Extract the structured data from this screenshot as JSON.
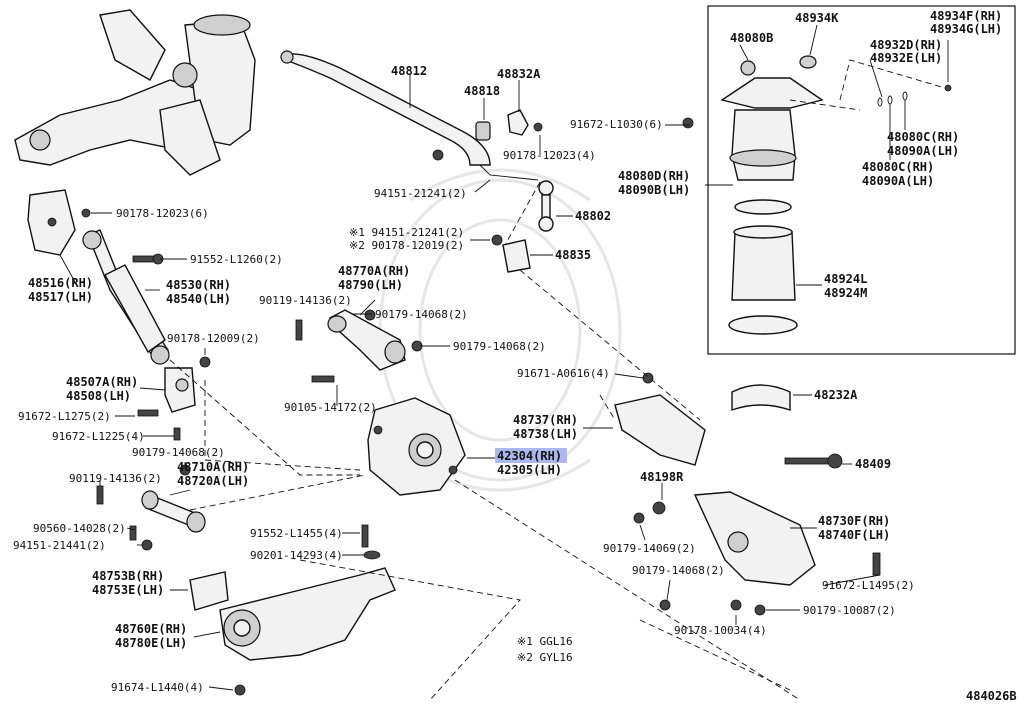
{
  "diagram_code": "484026B",
  "highlight_color": "#aab8ee",
  "labels": {
    "p48812": "48812",
    "p48818": "48818",
    "p48832A": "48832A",
    "p91672_L1030": "91672-L1030(6)",
    "p90178_12023_4": "90178-12023(4)",
    "p94151_21241_2a": "94151-21241(2)",
    "p48802": "48802",
    "p90178_12023_6": "90178-12023(6)",
    "p94151_21241_2b": "※1 94151-21241(2)",
    "p90178_12019_2": "※2 90178-12019(2)",
    "p48835": "48835",
    "p91552_L1260": "91552-L1260(2)",
    "p48516": "48516(RH)",
    "p48517": "48517(LH)",
    "p48530": "48530(RH)",
    "p48540": "48540(LH)",
    "p48770A": "48770A(RH)",
    "p48790": "48790(LH)",
    "p90119_14136_a": "90119-14136(2)",
    "p90179_14068_a": "90179-14068(2)",
    "p90179_14068_b": "90179-14068(2)",
    "p90178_12009": "90178-12009(2)",
    "p91671_A0616": "91671-A0616(4)",
    "p48507A": "48507A(RH)",
    "p48508": "48508(LH)",
    "p90105_14172": "90105-14172(2)",
    "p91672_L1275": "91672-L1275(2)",
    "p91672_L1225": "91672-L1225(4)",
    "p48737": "48737(RH)",
    "p48738": "48738(LH)",
    "p42304": "42304(RH)",
    "p42305": "42305(LH)",
    "p90179_14068_c": "90179-14068(2)",
    "p48710A": "48710A(RH)",
    "p48720A": "48720A(LH)",
    "p90119_14136_b": "90119-14136(2)",
    "p90560_14028": "90560-14028(2)",
    "p94151_21441": "94151-21441(2)",
    "p48198R": "48198R",
    "p91552_L1455": "91552-L1455(4)",
    "p90201_14293": "90201-14293(4)",
    "p90179_14069": "90179-14069(2)",
    "p90179_14068_d": "90179-14068(2)",
    "p48753B": "48753B(RH)",
    "p48753E": "48753E(LH)",
    "p48760E": "48760E(RH)",
    "p48780E": "48780E(LH)",
    "p91674_L1440": "91674-L1440(4)",
    "p48730F": "48730F(RH)",
    "p48740F": "48740F(LH)",
    "p91672_L1495": "91672-L1495(2)",
    "p90179_10087": "90179-10087(2)",
    "p90178_10034": "90178-10034(4)",
    "p48409": "48409",
    "p48232A": "48232A",
    "p48080B": "48080B",
    "p48934K": "48934K",
    "p48934F": "48934F(RH)",
    "p48934G": "48934G(LH)",
    "p48932D": "48932D(RH)",
    "p48932E": "48932E(LH)",
    "p48080C_a": "48080C(RH)",
    "p48090A_a": "48090A(LH)",
    "p48080C_b": "48080C(RH)",
    "p48090A_b": "48090A(LH)",
    "p48080D": "48080D(RH)",
    "p48090B": "48090B(LH)",
    "p48924L": "48924L",
    "p48924M": "48924M",
    "note1": "※1 GGL16",
    "note2": "※2 GYL16"
  }
}
